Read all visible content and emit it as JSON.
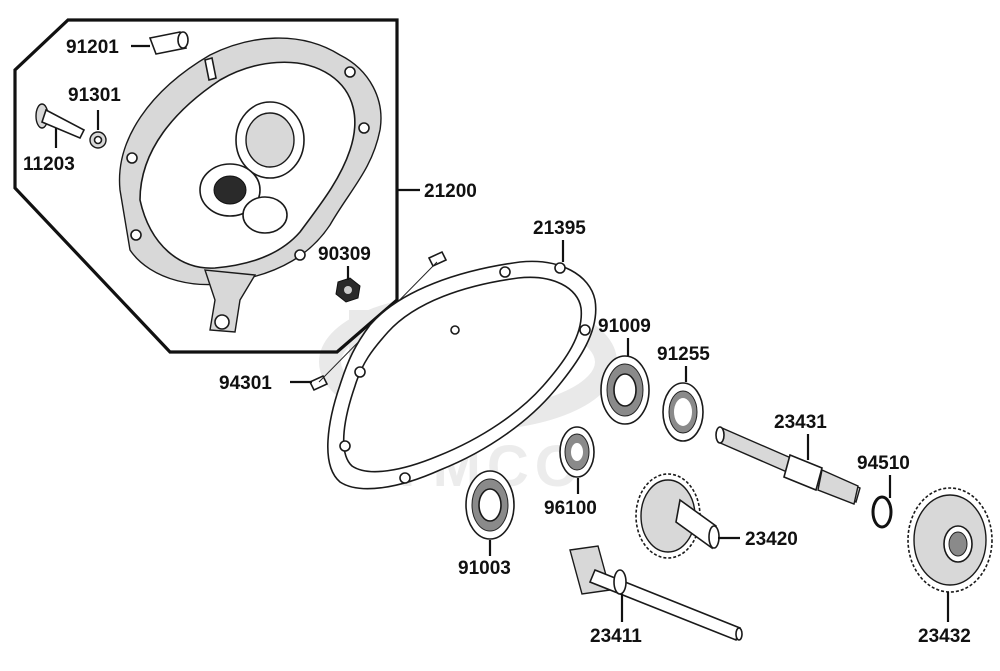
{
  "watermark": {
    "brand": "KYMCO"
  },
  "parts": [
    {
      "id": "91201",
      "name": "dowel-pin-sleeve"
    },
    {
      "id": "91301",
      "name": "washer"
    },
    {
      "id": "11203",
      "name": "bolt"
    },
    {
      "id": "21200",
      "name": "transmission-cover-group"
    },
    {
      "id": "90309",
      "name": "nut"
    },
    {
      "id": "21395",
      "name": "gasket"
    },
    {
      "id": "94301",
      "name": "dowel-pin"
    },
    {
      "id": "91009",
      "name": "bearing"
    },
    {
      "id": "91255",
      "name": "oil-seal"
    },
    {
      "id": "23431",
      "name": "countershaft"
    },
    {
      "id": "94510",
      "name": "circlip"
    },
    {
      "id": "96100",
      "name": "bearing-small"
    },
    {
      "id": "23420",
      "name": "counter-gear"
    },
    {
      "id": "91003",
      "name": "bearing-lower"
    },
    {
      "id": "23411",
      "name": "drive-shaft"
    },
    {
      "id": "23432",
      "name": "final-gear"
    }
  ]
}
